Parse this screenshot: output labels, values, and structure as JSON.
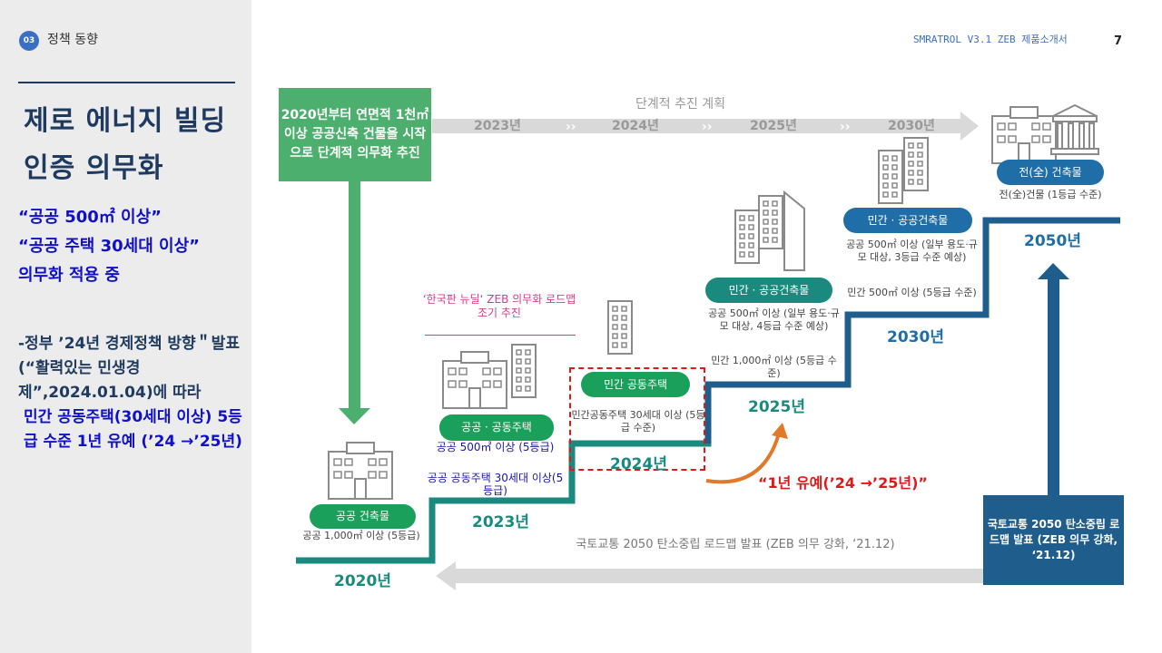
{
  "header": {
    "section_number": "03",
    "section_title": "정책 동향",
    "doc_title": "SMRATROL V3.1 ZEB 제품소개서",
    "page_number": "7"
  },
  "left": {
    "title": "제로 에너지 빌딩 인증 의무화",
    "highlight_lines": [
      "“공공 500㎡ 이상”",
      "“공공 주택 30세대 이상”",
      "의무화 적용 중"
    ],
    "policy_line1": "-정부 ’24년 경제정책 방향＂발표(“활력있는 민생경제”,2024.01.04)에 따라",
    "policy_line2": "민간 공동주택(30세대 이상) 5등급 수준 1년 유예 (’24 →’25년)"
  },
  "diagram": {
    "green_box": "2020년부터 연면적 1천㎡ 이상 공공신축 건물을 시작으로 단계적 의무화 추진",
    "stage_title": "단계적 추진 계획",
    "timeline_years": [
      "2023년",
      "2024년",
      "2025년",
      "2030년"
    ],
    "step_2020": {
      "label": "공공 건축물",
      "desc": "공공 1,000㎡ 이상 (5등급)",
      "year": "2020년"
    },
    "step_2023": {
      "label": "공공 · 공동주택",
      "desc1": "공공 500㎡ 이상 (5등급)",
      "desc2": "공공 공동주택 30세대 이상(5등급)",
      "year": "2023년"
    },
    "step_2024": {
      "label": "민간 공동주택",
      "desc": "민간공동주택 30세대 이상 (5등급 수준)",
      "year": "2024년"
    },
    "step_2025": {
      "label": "민간 · 공공건축물",
      "desc1": "공공 500㎡ 이상 (일부 용도·규모 대상, 4등급 수준 예상)",
      "desc2": "민간 1,000㎡ 이상 (5등급 수준)",
      "year": "2025년"
    },
    "step_2030": {
      "label": "민간 · 공공건축물",
      "desc1": "공공 500㎡ 이상 (일부 용도·규모 대상, 3등급 수준 예상)",
      "desc2": "민간 500㎡ 이상 (5등급 수준)",
      "year": "2030년"
    },
    "step_2050": {
      "label": "전(全) 건축물",
      "desc": "전(全)건물 (1등급 수준)",
      "year": "2050년"
    },
    "newdeal_note": "‘한국판 뉴딜‘ ZEB 의무화 로드맵 조기 추진",
    "grace_label": "“1년 유예(’24 →’25년)”",
    "blue_box": "국토교통 2050 탄소중립 로드맵 발표 (ZEB 의무 강화, ‘21.12)",
    "roadmap_note": "국토교통 2050 탄소중립 로드맵 발표 (ZEB 의무 강화, ‘21.12)",
    "colors": {
      "green": "#1aa05a",
      "teal": "#1a8a7e",
      "navy": "#1f5d8c",
      "red": "#e01818",
      "pink": "#d63b8e"
    }
  }
}
